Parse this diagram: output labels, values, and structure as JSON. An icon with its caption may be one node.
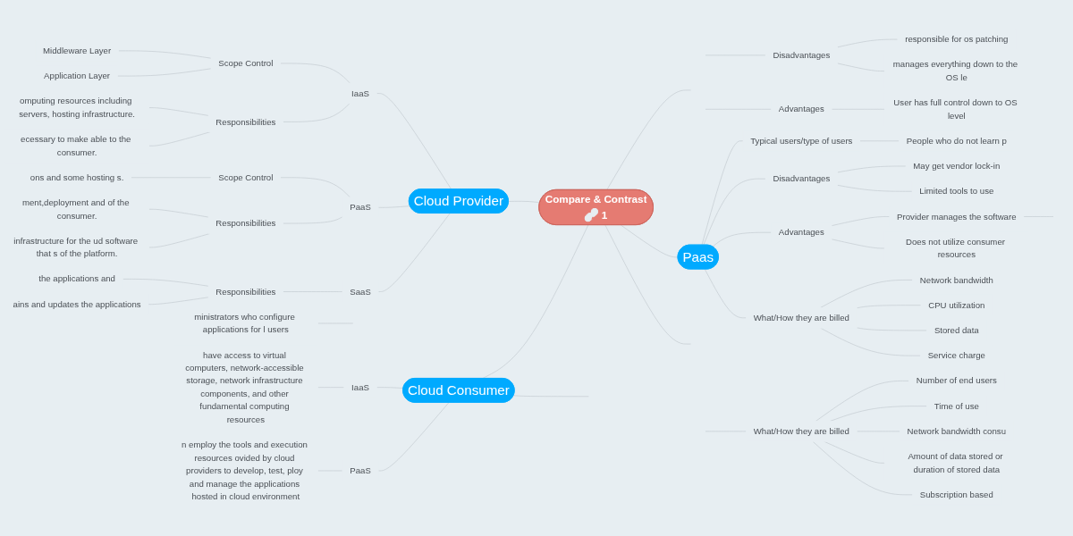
{
  "diagram": {
    "nodes": [
      {
        "text": [
          "Compare & Contrast",
          "1"
        ]
      },
      {
        "text": [
          "Cloud Consumer"
        ]
      },
      {
        "text": [
          "ministrators who configure applications for l users"
        ]
      },
      {
        "text": [
          "PaaS"
        ]
      },
      {
        "text": [
          "n employ the tools and execution resources ovided by cloud providers to develop, test, ploy and manage the applications hosted in cloud environment"
        ]
      },
      {
        "text": [
          "IaaS"
        ]
      },
      {
        "text": [
          "have access to virtual computers, network-accessible storage, network infrastructure components, and other fundamental computing resources"
        ]
      },
      {
        "text": [
          "Cloud Provider"
        ]
      },
      {
        "text": [
          "SaaS"
        ]
      },
      {
        "text": [
          "Responsibilities"
        ]
      },
      {
        "text": [
          "ains and updates the applications"
        ]
      },
      {
        "text": [
          "the applications and"
        ]
      },
      {
        "text": [
          "PaaS"
        ]
      },
      {
        "text": [
          "Responsibilities"
        ]
      },
      {
        "text": [
          "infrastructure for the ud software that s of the platform."
        ]
      },
      {
        "text": [
          "ment,deployment and of the consumer."
        ]
      },
      {
        "text": [
          "Scope Control"
        ]
      },
      {
        "text": [
          "ons and some hosting s."
        ]
      },
      {
        "text": [
          "IaaS"
        ]
      },
      {
        "text": [
          "Responsibilities"
        ]
      },
      {
        "text": [
          "ecessary to make able to the consumer."
        ]
      },
      {
        "text": [
          "omputing resources including servers, hosting infrastructure."
        ]
      },
      {
        "text": [
          "Scope Control"
        ]
      },
      {
        "text": [
          "Application Layer"
        ]
      },
      {
        "text": [
          "Middleware Layer"
        ]
      },
      {
        "text": [
          "Disadvantages"
        ]
      },
      {
        "text": [
          "responsible for os patching"
        ]
      },
      {
        "text": [
          "manages everything down to the OS le"
        ]
      },
      {
        "text": [
          "Advantages"
        ]
      },
      {
        "text": [
          "User has full control down to OS level"
        ]
      },
      {
        "text": [
          "Paas"
        ]
      },
      {
        "text": [
          "Typical users/type of users"
        ]
      },
      {
        "text": [
          "People who do not learn p"
        ]
      },
      {
        "text": [
          "Disadvantages"
        ]
      },
      {
        "text": [
          "May get vendor lock-in"
        ]
      },
      {
        "text": [
          "Limited tools to use"
        ]
      },
      {
        "text": [
          "Advantages"
        ]
      },
      {
        "text": [
          "Provider manages the software"
        ]
      },
      {
        "text": [
          "Does not utilize consumer resources"
        ]
      },
      {
        "text": [
          "What/How they are billed"
        ]
      },
      {
        "text": [
          "Network bandwidth"
        ]
      },
      {
        "text": [
          "CPU utilization"
        ]
      },
      {
        "text": [
          "Stored data"
        ]
      },
      {
        "text": [
          "Service charge"
        ]
      },
      {
        "text": [
          "What/How they are billed"
        ]
      },
      {
        "text": [
          "Number of end users"
        ]
      },
      {
        "text": [
          "Time of use"
        ]
      },
      {
        "text": [
          "Network bandwidth consu"
        ]
      },
      {
        "text": [
          "Amount of data stored or duration of stored data"
        ]
      },
      {
        "text": [
          "Subscription based"
        ]
      }
    ],
    "edges": [
      {
        "from": 1,
        "to": 0,
        "arrow": "none"
      },
      {
        "from": 1,
        "to": null,
        "arrow": "none"
      },
      {
        "from": 2,
        "to": null,
        "arrow": "none"
      },
      {
        "from": 3,
        "to": 1,
        "arrow": "none"
      },
      {
        "from": 4,
        "to": 3,
        "arrow": "none"
      },
      {
        "from": 5,
        "to": 1,
        "arrow": "none"
      },
      {
        "from": 6,
        "to": 5,
        "arrow": "none"
      },
      {
        "from": 7,
        "to": 0,
        "arrow": "none"
      },
      {
        "from": 8,
        "to": 7,
        "arrow": "none"
      },
      {
        "from": 9,
        "to": 8,
        "arrow": "none"
      },
      {
        "from": 10,
        "to": 9,
        "arrow": "none"
      },
      {
        "from": 11,
        "to": 9,
        "arrow": "none"
      },
      {
        "from": 12,
        "to": 7,
        "arrow": "none"
      },
      {
        "from": 13,
        "to": 12,
        "arrow": "none"
      },
      {
        "from": 14,
        "to": 13,
        "arrow": "none"
      },
      {
        "from": 15,
        "to": 13,
        "arrow": "none"
      },
      {
        "from": 16,
        "to": 12,
        "arrow": "none"
      },
      {
        "from": 17,
        "to": 16,
        "arrow": "none"
      },
      {
        "from": 18,
        "to": 7,
        "arrow": "none"
      },
      {
        "from": 19,
        "to": 18,
        "arrow": "none"
      },
      {
        "from": 20,
        "to": 19,
        "arrow": "none"
      },
      {
        "from": 21,
        "to": 19,
        "arrow": "none"
      },
      {
        "from": 22,
        "to": 18,
        "arrow": "none"
      },
      {
        "from": 23,
        "to": 22,
        "arrow": "none"
      },
      {
        "from": 24,
        "to": 22,
        "arrow": "none"
      },
      {
        "from": 0,
        "to": null,
        "arrow": "none"
      },
      {
        "from": null,
        "to": 25,
        "arrow": "none"
      },
      {
        "from": 25,
        "to": 26,
        "arrow": "none"
      },
      {
        "from": 25,
        "to": 27,
        "arrow": "none"
      },
      {
        "from": null,
        "to": 28,
        "arrow": "none"
      },
      {
        "from": 28,
        "to": 29,
        "arrow": "none"
      },
      {
        "from": 0,
        "to": 30,
        "arrow": "none"
      },
      {
        "from": 30,
        "to": 31,
        "arrow": "none"
      },
      {
        "from": 31,
        "to": 32,
        "arrow": "none"
      },
      {
        "from": 30,
        "to": 33,
        "arrow": "none"
      },
      {
        "from": 33,
        "to": 34,
        "arrow": "none"
      },
      {
        "from": 33,
        "to": 35,
        "arrow": "none"
      },
      {
        "from": 30,
        "to": 36,
        "arrow": "none"
      },
      {
        "from": 36,
        "to": 37,
        "arrow": "none"
      },
      {
        "from": 36,
        "to": 38,
        "arrow": "none"
      },
      {
        "from": 37,
        "to": null,
        "arrow": "none"
      },
      {
        "from": 30,
        "to": 39,
        "arrow": "none"
      },
      {
        "from": 39,
        "to": 40,
        "arrow": "none"
      },
      {
        "from": 39,
        "to": 41,
        "arrow": "none"
      },
      {
        "from": 39,
        "to": 42,
        "arrow": "none"
      },
      {
        "from": 39,
        "to": 43,
        "arrow": "none"
      },
      {
        "from": 0,
        "to": null,
        "arrow": "none"
      },
      {
        "from": null,
        "to": 44,
        "arrow": "none"
      },
      {
        "from": 44,
        "to": 45,
        "arrow": "none"
      },
      {
        "from": 44,
        "to": 46,
        "arrow": "none"
      },
      {
        "from": 44,
        "to": 47,
        "arrow": "none"
      },
      {
        "from": 44,
        "to": 48,
        "arrow": "none"
      },
      {
        "from": 44,
        "to": 49,
        "arrow": "none"
      }
    ]
  }
}
